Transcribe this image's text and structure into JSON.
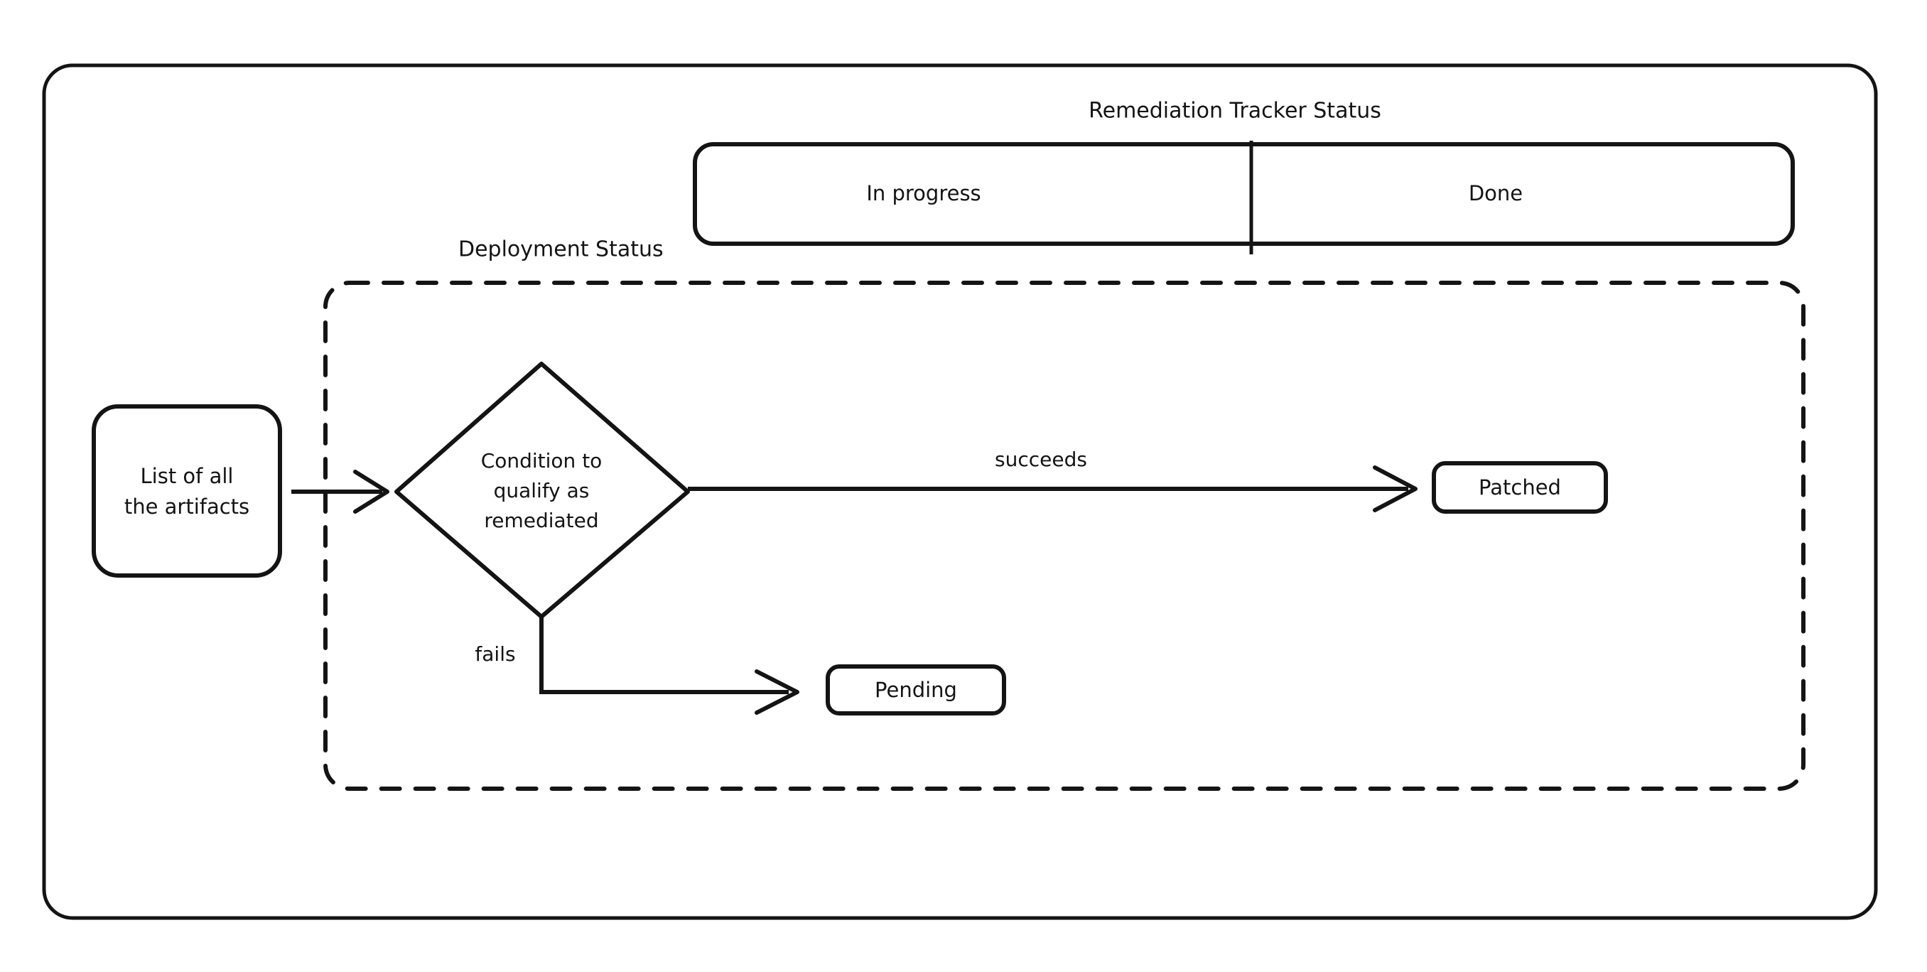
{
  "diagram": {
    "type": "flowchart",
    "background_color": "#ffffff",
    "stroke_color": "#141414",
    "outer_frame": {
      "name": "outer-container"
    },
    "tracker": {
      "title": "Remediation Tracker Status",
      "segments": [
        {
          "label": "In progress"
        },
        {
          "label": "Done"
        }
      ]
    },
    "deployment_group": {
      "label": "Deployment Status"
    },
    "nodes": [
      {
        "id": "artifacts",
        "label": "List of all the artifacts",
        "shape": "rounded-rect"
      },
      {
        "id": "condition",
        "label": "Condition to qualify as remediated",
        "shape": "diamond"
      },
      {
        "id": "patched",
        "label": "Patched",
        "shape": "rounded-rect"
      },
      {
        "id": "pending",
        "label": "Pending",
        "shape": "rounded-rect"
      }
    ],
    "node_text": {
      "artifacts_line1": "List of all",
      "artifacts_line2": "the artifacts",
      "condition_line1": "Condition to",
      "condition_line2": "qualify as",
      "condition_line3": "remediated",
      "patched": "Patched",
      "pending": "Pending"
    },
    "edges": [
      {
        "from": "artifacts",
        "to": "condition",
        "label": ""
      },
      {
        "from": "condition",
        "to": "patched",
        "label": "succeeds"
      },
      {
        "from": "condition",
        "to": "pending",
        "label": "fails"
      }
    ],
    "edge_labels": {
      "succeeds": "succeeds",
      "fails": "fails"
    }
  }
}
